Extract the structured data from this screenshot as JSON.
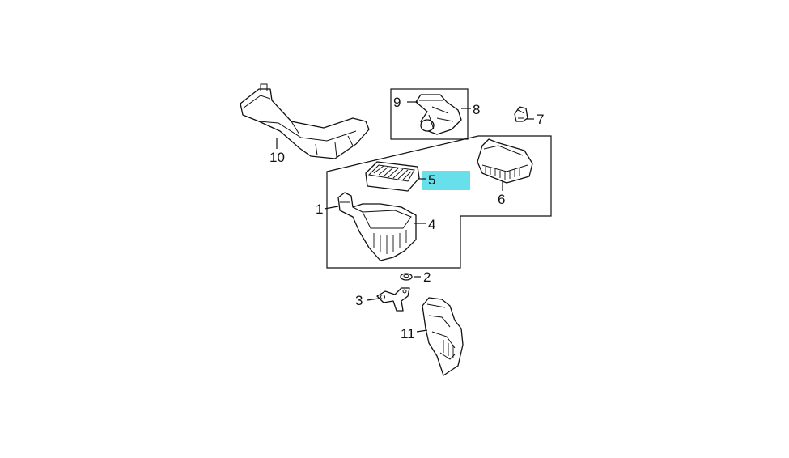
{
  "diagram": {
    "highlight_color": "#68e0ec",
    "highlighted_part": "5",
    "callouts": [
      {
        "id": "c1",
        "text": "1"
      },
      {
        "id": "c2",
        "text": "2"
      },
      {
        "id": "c3",
        "text": "3"
      },
      {
        "id": "c4",
        "text": "4"
      },
      {
        "id": "c5",
        "text": "5"
      },
      {
        "id": "c6",
        "text": "6"
      },
      {
        "id": "c7",
        "text": "7"
      },
      {
        "id": "c8",
        "text": "8"
      },
      {
        "id": "c9",
        "text": "9"
      },
      {
        "id": "c10",
        "text": "10"
      },
      {
        "id": "c11",
        "text": "11"
      }
    ],
    "parts": [
      {
        "id": "p1",
        "icon": "air-cleaner-housing-icon"
      },
      {
        "id": "p2",
        "icon": "grommet-icon"
      },
      {
        "id": "p3",
        "icon": "bracket-icon"
      },
      {
        "id": "p4",
        "icon": "lower-case-icon"
      },
      {
        "id": "p5",
        "icon": "air-filter-element-icon"
      },
      {
        "id": "p6",
        "icon": "upper-cover-icon"
      },
      {
        "id": "p7",
        "icon": "clip-icon"
      },
      {
        "id": "p8",
        "icon": "intake-hose-assembly-icon"
      },
      {
        "id": "p9",
        "icon": "hose-icon"
      },
      {
        "id": "p10",
        "icon": "intake-duct-icon"
      },
      {
        "id": "p11",
        "icon": "resonator-duct-icon"
      }
    ]
  }
}
